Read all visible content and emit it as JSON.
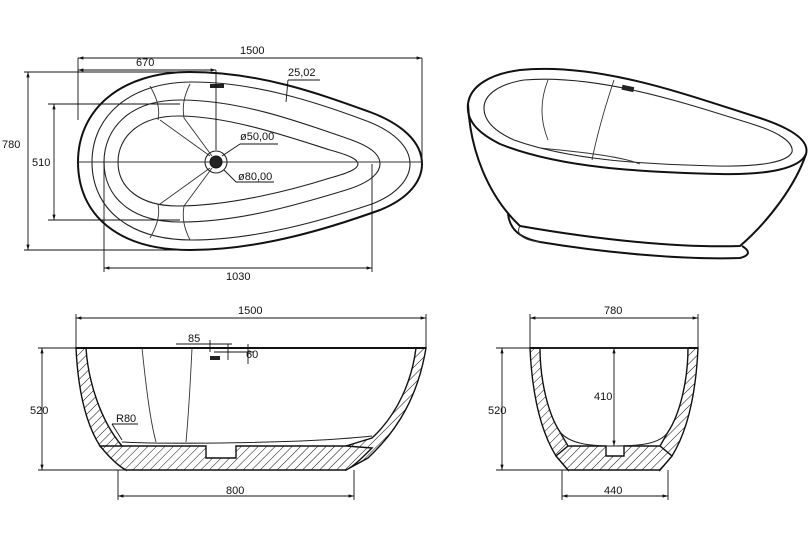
{
  "top_view": {
    "dims": {
      "length": "1500",
      "width": "780",
      "drain_offset": "670",
      "inner_width": "510",
      "inner_length": "1030",
      "rim_slope": "25,02",
      "drain_small": "ø50,00",
      "drain_large": "ø80,00"
    }
  },
  "side_view": {
    "dims": {
      "length": "1500",
      "height": "520",
      "base_length": "800",
      "radius": "R80",
      "overflow_offset": "85",
      "overflow_height": "60"
    }
  },
  "end_view": {
    "dims": {
      "width": "780",
      "height": "520",
      "inner_depth": "410",
      "base_width": "440"
    }
  }
}
